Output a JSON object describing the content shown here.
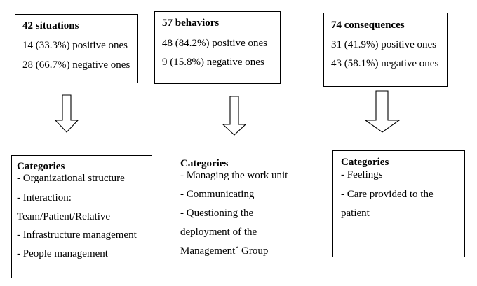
{
  "top_boxes": [
    {
      "title": "42 situations",
      "positive": "14 (33.3%) positive ones",
      "negative": "28 (66.7%) negative ones"
    },
    {
      "title": "57 behaviors",
      "positive": "48 (84.2%) positive ones",
      "negative": "9 (15.8%) negative ones"
    },
    {
      "title": "74 consequences",
      "positive": "31 (41.9%) positive ones",
      "negative": "43 (58.1%) negative ones"
    }
  ],
  "bottom_boxes": [
    {
      "title": "Categories",
      "lines": [
        "- Organizational structure",
        "- Interaction:",
        "Team/Patient/Relative",
        "- Infrastructure management",
        "- People management"
      ]
    },
    {
      "title": "Categories",
      "lines": [
        "- Managing the work unit",
        "- Communicating",
        "- Questioning the",
        "deployment of the",
        "Management´ Group"
      ]
    },
    {
      "title": "Categories",
      "lines": [
        "- Feelings",
        "- Care provided to the",
        "patient"
      ]
    }
  ]
}
